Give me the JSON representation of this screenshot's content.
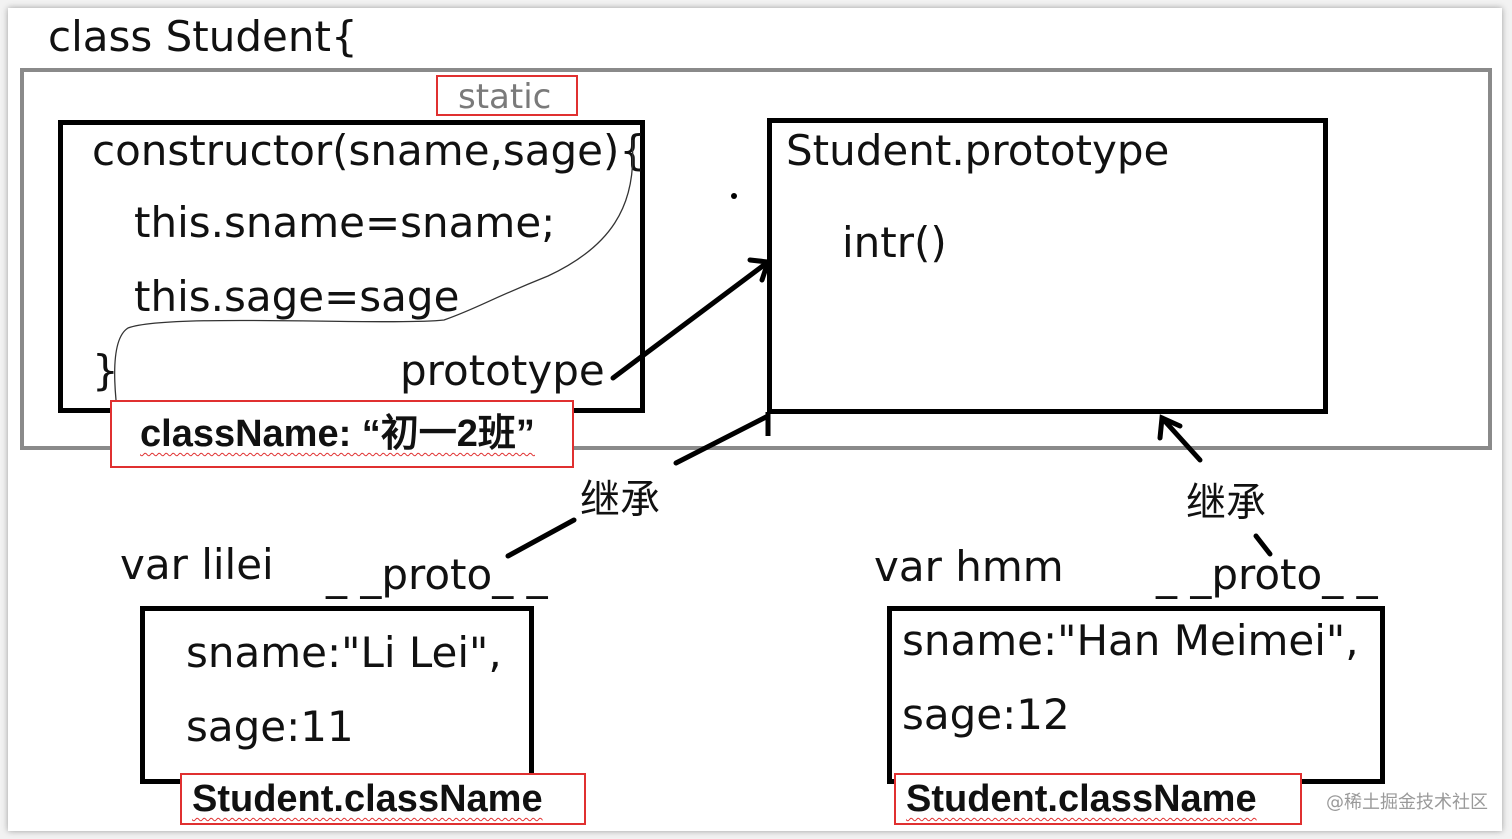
{
  "class_header": "class Student{",
  "static_label": "static",
  "constructor": {
    "line1": "constructor(sname,sage){",
    "line2": "this.sname=sname;",
    "line3": "this.sage=sage",
    "line4": "}",
    "prototype_label": "prototype"
  },
  "static_property": "className: “初一2班”",
  "prototype_box": {
    "title": "Student.prototype",
    "method": "intr()"
  },
  "inherit_left": "继承",
  "inherit_right": "继承",
  "lilei": {
    "var_label": "var lilei",
    "proto_label": "_ _proto_ _",
    "line1": "sname:\"Li Lei\",",
    "line2": "sage:11",
    "static_access": "Student.className"
  },
  "hmm": {
    "var_label": "var hmm",
    "proto_label": "_ _proto_ _",
    "line1": "sname:\"Han Meimei\",",
    "line2": "sage:12",
    "static_access": "Student.className"
  },
  "watermark": "@稀土掘金技术社区",
  "colors": {
    "highlight_red": "#e03030",
    "class_border_gray": "#8a8a8a",
    "line_black": "#000000"
  }
}
